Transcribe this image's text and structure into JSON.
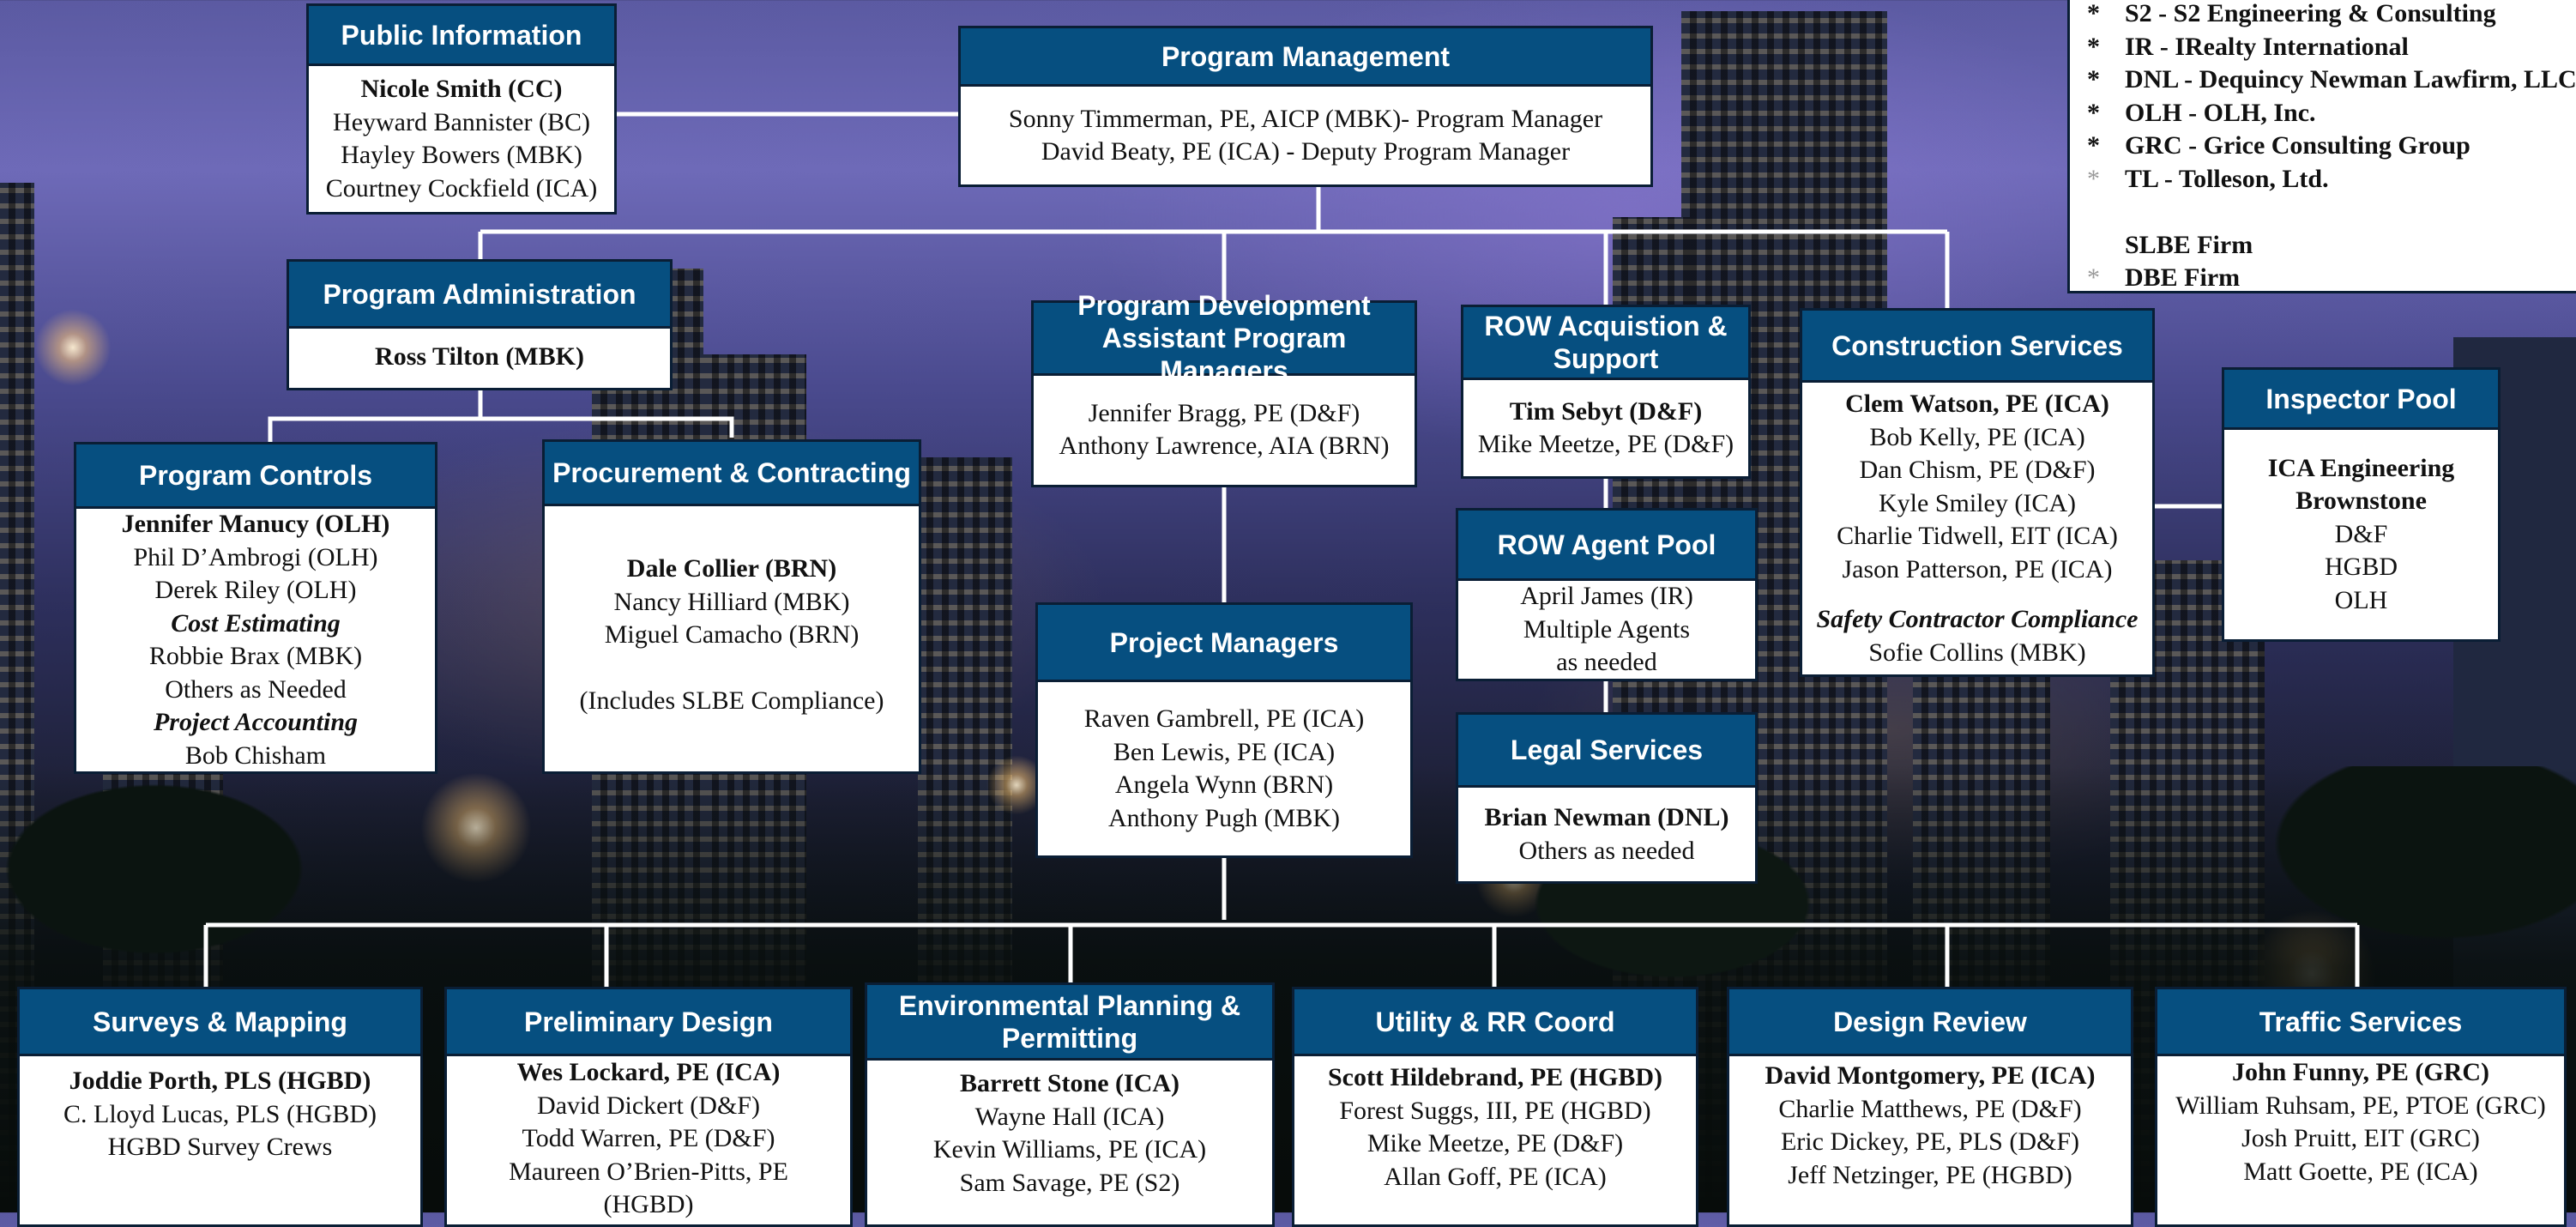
{
  "legend": {
    "items": [
      {
        "mark": "*",
        "text": "S2 - S2 Engineering & Consulting"
      },
      {
        "mark": "*",
        "text": "IR - IRealty International"
      },
      {
        "mark": "*",
        "text": "DNL - Dequincy Newman Lawfirm, LLC"
      },
      {
        "mark": "*",
        "text": "OLH - OLH, Inc."
      },
      {
        "mark": "*",
        "text": "GRC - Grice Consulting Group"
      },
      {
        "mark": "*",
        "text": "TL - Tolleson, Ltd."
      }
    ],
    "slbe": {
      "mark": "",
      "text": "SLBE Firm"
    },
    "dbe": {
      "mark": "*",
      "text": "DBE Firm"
    }
  },
  "public_information": {
    "title": "Public Information",
    "lines": [
      "Nicole Smith (CC)",
      "Heyward Bannister (BC)",
      "Hayley Bowers (MBK)",
      "Courtney Cockfield (ICA)"
    ]
  },
  "program_management": {
    "title": "Program Management",
    "lines": [
      "Sonny Timmerman, PE, AICP (MBK)- Program Manager",
      "David Beaty, PE (ICA) - Deputy Program Manager"
    ]
  },
  "program_administration": {
    "title": "Program Administration",
    "lines": [
      "Ross Tilton (MBK)"
    ]
  },
  "program_controls": {
    "title": "Program Controls",
    "lines": [
      "Jennifer Manucy (OLH)",
      "Phil D’Ambrogi (OLH)",
      "Derek Riley (OLH)",
      "Cost Estimating",
      "Robbie Brax (MBK)",
      "Others as Needed",
      "Project  Accounting",
      "Bob Chisham"
    ]
  },
  "procurement": {
    "title": "Procurement & Contracting",
    "lines": [
      "Dale Collier (BRN)",
      "Nancy Hilliard (MBK)",
      "Miguel Camacho (BRN)",
      "(Includes SLBE Compliance)"
    ]
  },
  "program_development": {
    "title_line1": "Program Development",
    "title_line2": "Assistant Program Managers",
    "lines": [
      "Jennifer Bragg, PE (D&F)",
      "Anthony Lawrence, AIA (BRN)"
    ]
  },
  "project_managers": {
    "title": "Project Managers",
    "lines": [
      "Raven Gambrell, PE (ICA)",
      "Ben Lewis, PE (ICA)",
      "Angela Wynn (BRN)",
      "Anthony Pugh (MBK)"
    ]
  },
  "row_acquisition": {
    "title_line1": "ROW Acquistion &",
    "title_line2": "Support",
    "lines": [
      "Tim Sebyt (D&F)",
      "Mike Meetze, PE (D&F)"
    ]
  },
  "row_agent_pool": {
    "title": "ROW Agent Pool",
    "lines": [
      "April James (IR)",
      "Multiple Agents",
      "as needed"
    ]
  },
  "legal_services": {
    "title": "Legal Services",
    "lines": [
      "Brian Newman (DNL)",
      "Others as needed"
    ]
  },
  "construction_services": {
    "title": "Construction Services",
    "lines": [
      "Clem Watson, PE (ICA)",
      "Bob Kelly, PE (ICA)",
      "Dan Chism, PE (D&F)",
      "Kyle Smiley (ICA)",
      "Charlie Tidwell, EIT (ICA)",
      "Jason Patterson, PE (ICA)",
      "Safety Contractor Compliance",
      "Sofie Collins (MBK)"
    ]
  },
  "inspector_pool": {
    "title": "Inspector Pool",
    "lines": [
      "ICA Engineering",
      "Brownstone",
      "D&F",
      "HGBD",
      "OLH"
    ]
  },
  "surveys_mapping": {
    "title": "Surveys & Mapping",
    "lines": [
      "Joddie Porth, PLS (HGBD)",
      "C. Lloyd Lucas, PLS (HGBD)",
      "HGBD Survey Crews"
    ]
  },
  "preliminary_design": {
    "title": "Preliminary Design",
    "lines": [
      "Wes Lockard, PE (ICA)",
      "David Dickert (D&F)",
      "Todd Warren, PE (D&F)",
      "Maureen O’Brien-Pitts, PE",
      "(HGBD)"
    ]
  },
  "environmental": {
    "title_line1": "Environmental Planning &",
    "title_line2": "Permitting",
    "lines": [
      "Barrett Stone (ICA)",
      "Wayne Hall (ICA)",
      "Kevin Williams, PE (ICA)",
      "Sam Savage, PE (S2)"
    ]
  },
  "utility_rr": {
    "title": "Utility & RR Coord",
    "lines": [
      "Scott Hildebrand, PE (HGBD)",
      "Forest Suggs, III, PE (HGBD)",
      "Mike Meetze, PE (D&F)",
      "Allan Goff, PE (ICA)"
    ]
  },
  "design_review": {
    "title": "Design Review",
    "lines": [
      "David Montgomery, PE (ICA)",
      "Charlie Matthews, PE (D&F)",
      "Eric Dickey, PE, PLS (D&F)",
      "Jeff Netzinger, PE (HGBD)"
    ]
  },
  "traffic_services": {
    "title": "Traffic Services",
    "lines": [
      "John Funny, PE (GRC)",
      "William Ruhsam, PE, PTOE (GRC)",
      "Josh Pruitt, EIT (GRC)",
      "Matt Goette, PE (ICA)"
    ]
  },
  "colors": {
    "header": "#064f80",
    "border": "#0a1e35",
    "connector": "#ffffff"
  }
}
